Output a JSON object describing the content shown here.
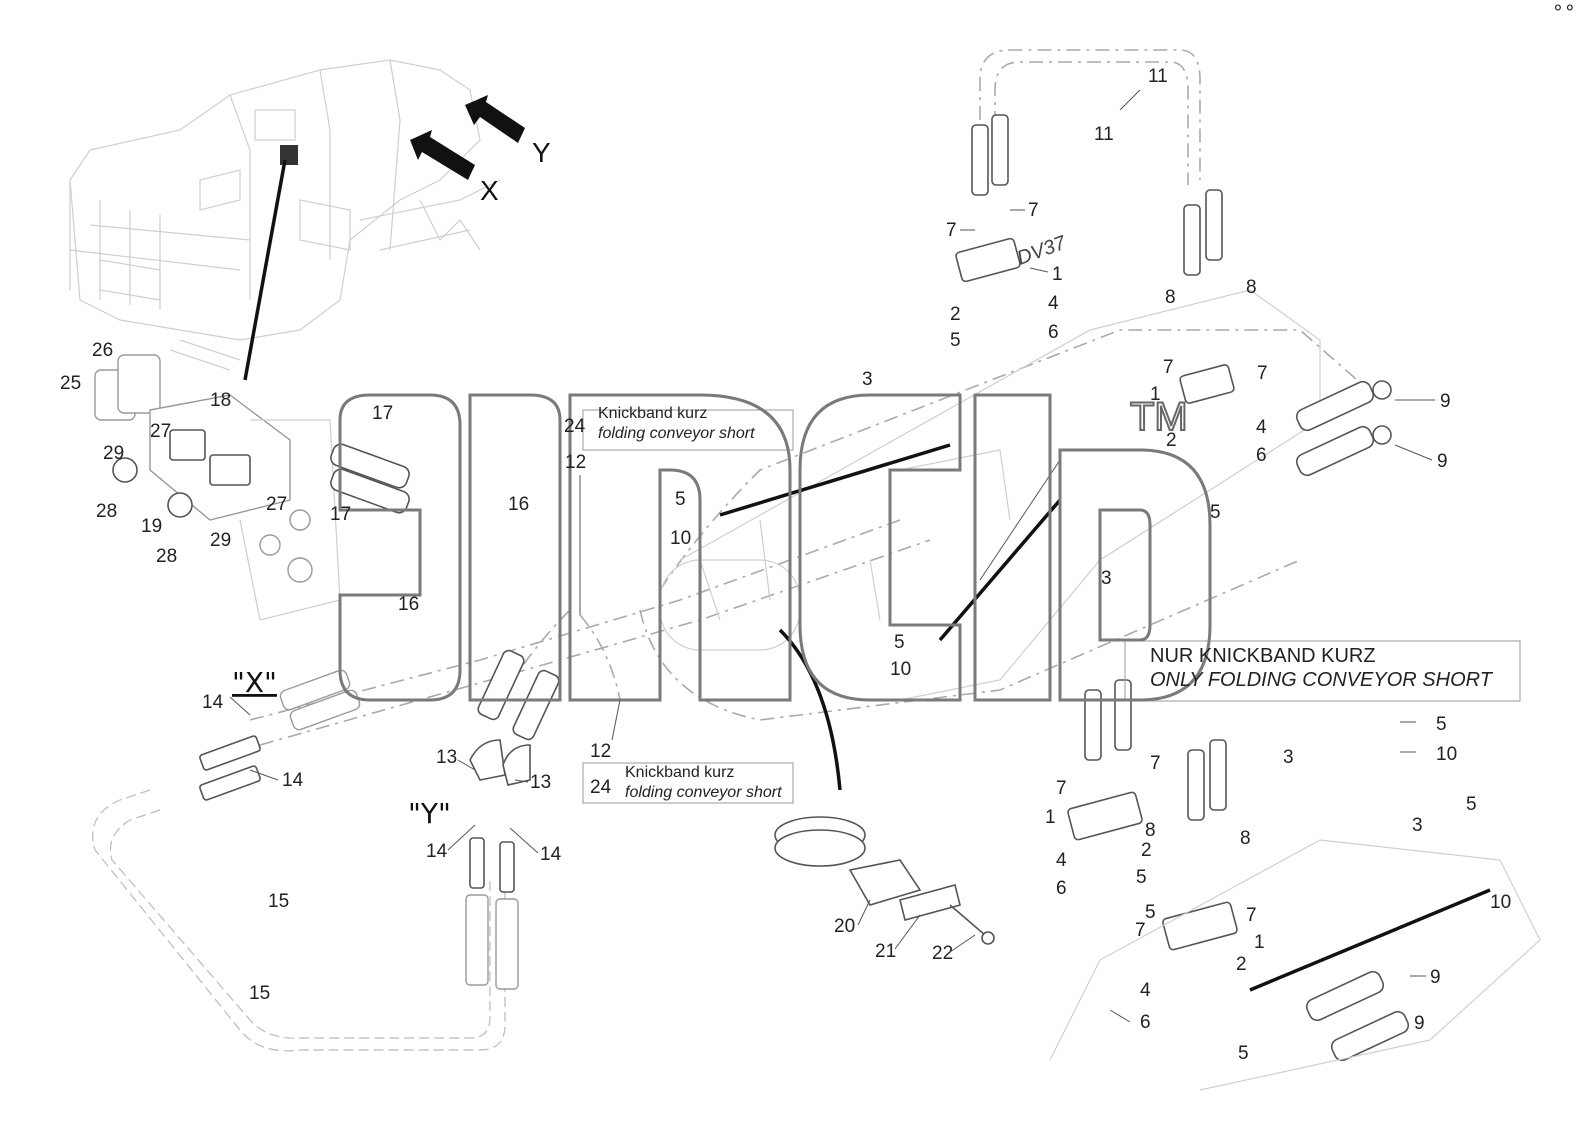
{
  "callouts": {
    "n1": "1",
    "n2": "2",
    "n3": "3",
    "n4": "4",
    "n5": "5",
    "n6": "6",
    "n7": "7",
    "n8": "8",
    "n9": "9",
    "n10": "10",
    "n11": "11",
    "n12": "12",
    "n13": "13",
    "n14": "14",
    "n15": "15",
    "n16": "16",
    "n17": "17",
    "n18": "18",
    "n19": "19",
    "n20": "20",
    "n21": "21",
    "n22": "22",
    "n24": "24",
    "n25": "25",
    "n26": "26",
    "n27": "27",
    "n28": "28",
    "n29": "29"
  },
  "notes": {
    "knickband_de": "Knickband kurz",
    "knickband_en": "folding conveyor short",
    "only_de": "NUR KNICKBAND KURZ",
    "only_en": "ONLY FOLDING CONVEYOR SHORT"
  },
  "view_marks": {
    "x_quoted": "\"X\"",
    "y_quoted": "\"Y\"",
    "x": "X",
    "y": "Y"
  },
  "valve_tag": "DV37",
  "watermark": {
    "trademark": "TM"
  },
  "colors": {
    "line": "#555555",
    "faint_line": "#aaaaaa",
    "background": "#ffffff"
  }
}
